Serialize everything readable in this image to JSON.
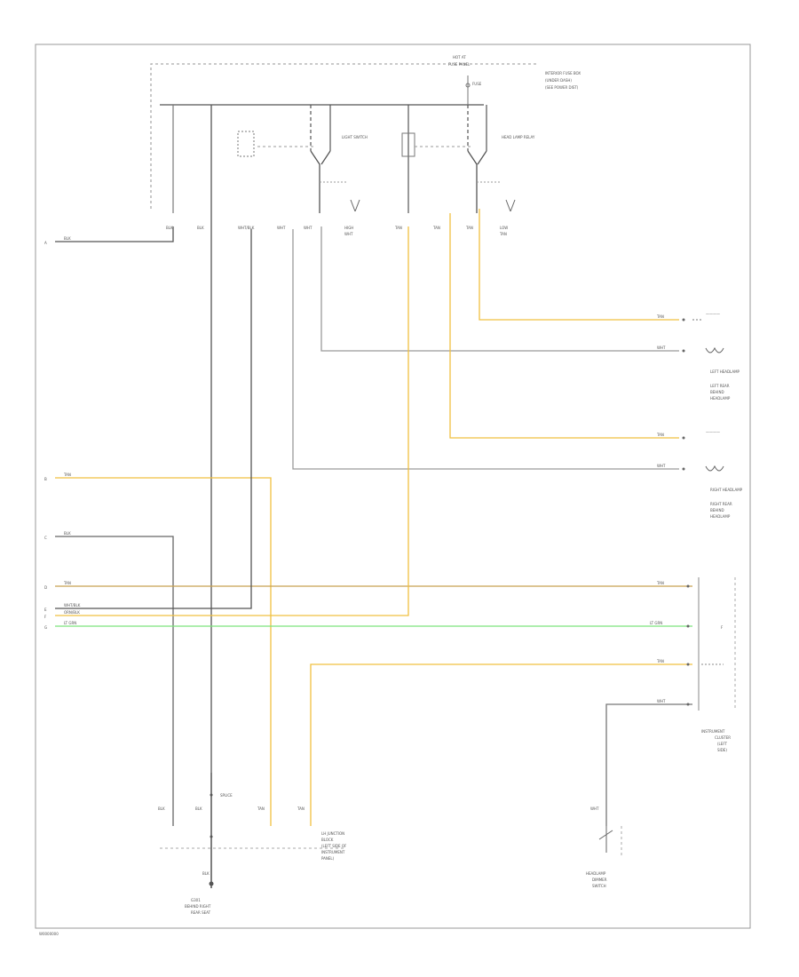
{
  "diagram": {
    "footer_code": "W0000000",
    "colors": {
      "frame": "#9a9a9a",
      "wire_grey": "#8a8a8a",
      "wire_dark": "#555555",
      "wire_yellow": "#f0c040",
      "wire_orange": "#e8a050",
      "wire_tan": "#d7b27a",
      "wire_green": "#7ee37e",
      "dash": "#aaaaaa"
    },
    "top_labels": {
      "hot_label": "HOT AT",
      "fuse_label": "FUSE PANEL",
      "note": "INTERIOR FUSE BOX",
      "note2": "(UNDER DASH)",
      "note3": "(SEE POWER DIST)"
    },
    "switch_labels": {
      "relay_left": "LIGHT SWITCH",
      "relay_right": "HEAD LAMP RELAY",
      "ind1": "HIGH",
      "ind2": "LOW"
    },
    "pin_labels": [
      "BLK",
      "BLK",
      "WHT/BLK",
      "WHT",
      "WHT",
      "WHT",
      "TAN",
      "TAN",
      "TAN",
      "TAN"
    ],
    "left_edge": {
      "wire1": "BLK",
      "wire2": "TAN",
      "wire3": "BLK",
      "wire4": "TAN",
      "wire5": "WHT/BLK",
      "wire6": "ORN/BLK",
      "wire7": "LT GRN"
    },
    "right_components": {
      "lamp1_title": "LEFT HEADLAMP",
      "lamp1_sub": "LEFT REAR",
      "lamp1_sub2": "BEHIND",
      "lamp1_sub3": "HEADLAMP",
      "lamp2_title": "RIGHT HEADLAMP",
      "lamp2_sub": "RIGHT REAR",
      "lamp2_sub2": "BEHIND",
      "lamp2_sub3": "HEADLAMP",
      "wire_tan": "TAN",
      "wire_wht": "WHT",
      "cluster_title": "INSTRUMENT",
      "cluster_sub": "CLUSTER",
      "cluster_sub2": "(LEFT",
      "cluster_sub3": "SIDE)",
      "cluster_wire1": "TAN",
      "cluster_wire2": "LT GRN",
      "cluster_wire3": "TAN",
      "cluster_wire4": "WHT"
    },
    "bottom": {
      "ground_title": "G301",
      "ground_sub": "BEHIND RIGHT",
      "ground_sub2": "REAR SEAT",
      "connector_title": "LH JUNCTION",
      "connector_sub": "BLOCK",
      "connector_sub2": "(LEFT SIDE OF",
      "connector_sub3": "INSTRUMENT",
      "connector_sub4": "PANEL)",
      "switch_title": "HEADLAMP",
      "switch_sub": "DIMMER",
      "switch_sub2": "SWITCH",
      "pins": [
        "BLK",
        "BLK",
        "TAN",
        "TAN",
        "WHT",
        "BLK"
      ]
    }
  }
}
